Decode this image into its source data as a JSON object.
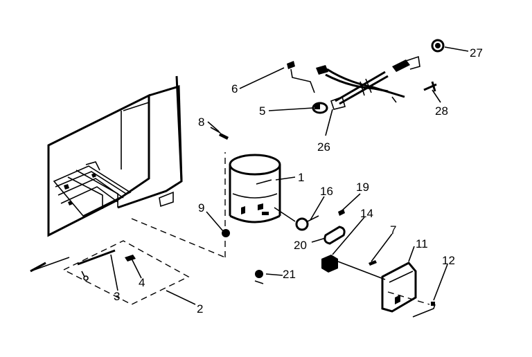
{
  "diagram": {
    "callouts": {
      "c1": "1",
      "c2": "2",
      "c3": "3",
      "c4": "4",
      "c5": "5",
      "c6": "6",
      "c7": "7",
      "c8": "8",
      "c9": "9",
      "c11": "11",
      "c12": "12",
      "c14": "14",
      "c16": "16",
      "c19": "19",
      "c20": "20",
      "c21": "21",
      "c26": "26",
      "c27": "27",
      "c28": "28"
    },
    "ink_color": "#000000",
    "paper_color": "#ffffff"
  }
}
